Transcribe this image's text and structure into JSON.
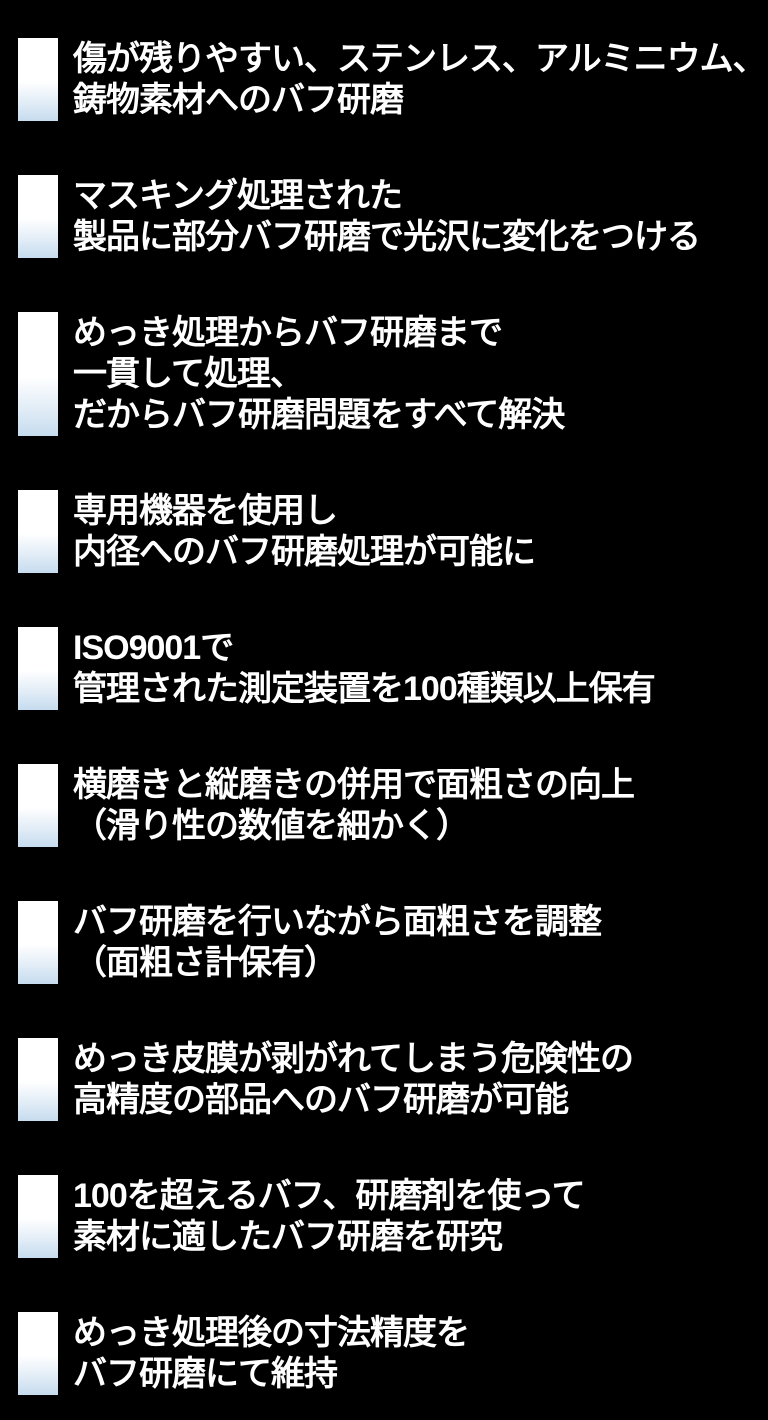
{
  "page": {
    "background_color": "#000000",
    "text_color": "#ffffff",
    "bullet": {
      "shape": "vertical-rectangle",
      "gradient_top_color": "#ffffff",
      "gradient_bottom_color": "#c6dcef"
    }
  },
  "items": [
    {
      "lines": [
        "傷が残りやすい、ステンレス、アルミニウム、",
        "鋳物素材へのバフ研磨"
      ]
    },
    {
      "lines": [
        "マスキング処理された",
        "製品に部分バフ研磨で光沢に変化をつける"
      ]
    },
    {
      "lines": [
        "めっき処理からバフ研磨まで",
        "一貫して処理、",
        "だからバフ研磨問題をすべて解決"
      ]
    },
    {
      "lines": [
        "専用機器を使用し",
        "内径へのバフ研磨処理が可能に"
      ]
    },
    {
      "lines": [
        "ISO9001で",
        "管理された測定装置を100種類以上保有"
      ]
    },
    {
      "lines": [
        "横磨きと縦磨きの併用で面粗さの向上",
        "（滑り性の数値を細かく）"
      ]
    },
    {
      "lines": [
        "バフ研磨を行いながら面粗さを調整",
        "（面粗さ計保有）"
      ]
    },
    {
      "lines": [
        "めっき皮膜が剥がれてしまう危険性の",
        "高精度の部品へのバフ研磨が可能"
      ]
    },
    {
      "lines": [
        "100を超えるバフ、研磨剤を使って",
        "素材に適したバフ研磨を研究"
      ]
    },
    {
      "lines": [
        "めっき処理後の寸法精度を",
        "バフ研磨にて維持"
      ]
    }
  ]
}
